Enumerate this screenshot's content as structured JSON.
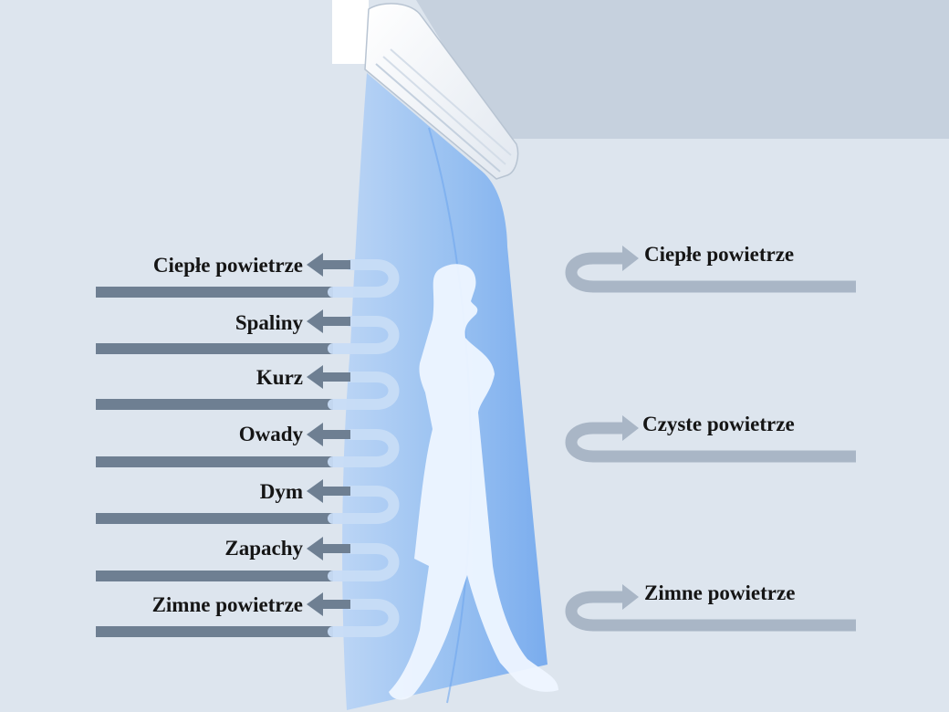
{
  "colors": {
    "background": "#dde5ee",
    "ceiling": "#c6d1de",
    "left_arrow": "#6e7f92",
    "right_arrow": "#a9b6c6",
    "air_curtain": "#8fbcf2",
    "person": "#eef5ff"
  },
  "left_labels": [
    "Ciepłe powietrze",
    "Spaliny",
    "Kurz",
    "Owady",
    "Dym",
    "Zapachy",
    "Zimne powietrze"
  ],
  "right_labels": [
    "Ciepłe powietrze",
    "Czyste powietrze",
    "Zimne powietrze"
  ],
  "icons": [
    "air-curtain-unit",
    "woman-silhouette"
  ]
}
